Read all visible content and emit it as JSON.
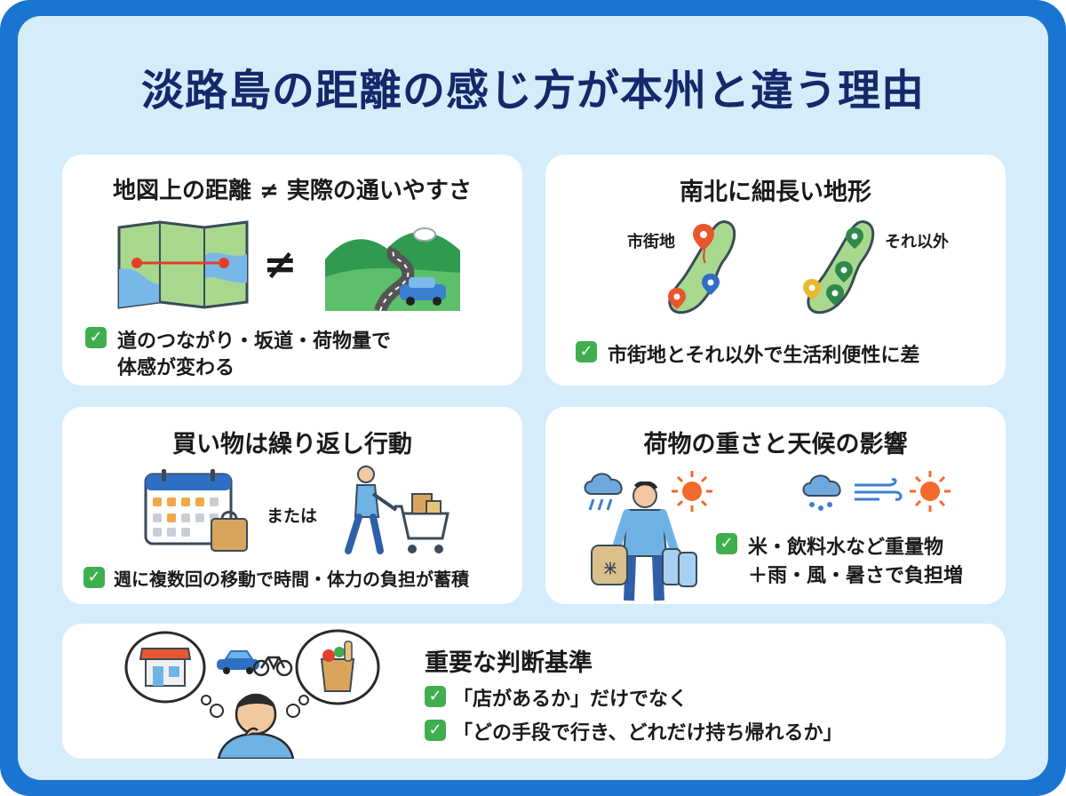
{
  "title": "淡路島の距離の感じ方が本州と違う理由",
  "card1": {
    "title": "地図上の距離 ≠ 実際の通いやすさ",
    "neq": "≠",
    "check_line1": "道のつながり・坂道・荷物量で",
    "check_line2": "体感が変わる"
  },
  "card2": {
    "title": "南北に細長い地形",
    "label_city": "市街地",
    "label_other": "それ以外",
    "check": "市街地とそれ以外で生活利便性に差"
  },
  "card3": {
    "title": "買い物は繰り返し行動",
    "or": "または",
    "check": "週に複数回の移動で時間・体力の負担が蓄積"
  },
  "card4": {
    "title": "荷物の重さと天候の影響",
    "check_line1": "米・飲料水など重量物",
    "check_line2": "＋雨・風・暑さで負担増",
    "rice_mark": "米"
  },
  "card5": {
    "title": "重要な判断基準",
    "check1": "「店があるか」だけでなく",
    "check2": "「どの手段で行き、どれだけ持ち帰れるか」"
  },
  "icons": {
    "check": "check-icon",
    "map": "folded-map-icon",
    "road": "mountain-road-icon",
    "island_city": "island-map-city-icon",
    "island_other": "island-map-other-icon",
    "calendar": "calendar-icon",
    "shopping_bag": "shopping-bag-icon",
    "shopper": "person-with-cart-icon",
    "rain": "rain-cloud-icon",
    "sun": "sun-icon",
    "wind": "wind-icon",
    "person_bags": "person-carrying-bags-icon",
    "store": "store-icon",
    "car": "car-icon",
    "bicycle": "bicycle-icon",
    "grocery": "grocery-bag-icon",
    "thinker": "thinking-person-icon"
  },
  "colors": {
    "frame": "#1a74d2",
    "background": "#d5ecfb",
    "title": "#14286a",
    "check": "#3fae4d"
  }
}
